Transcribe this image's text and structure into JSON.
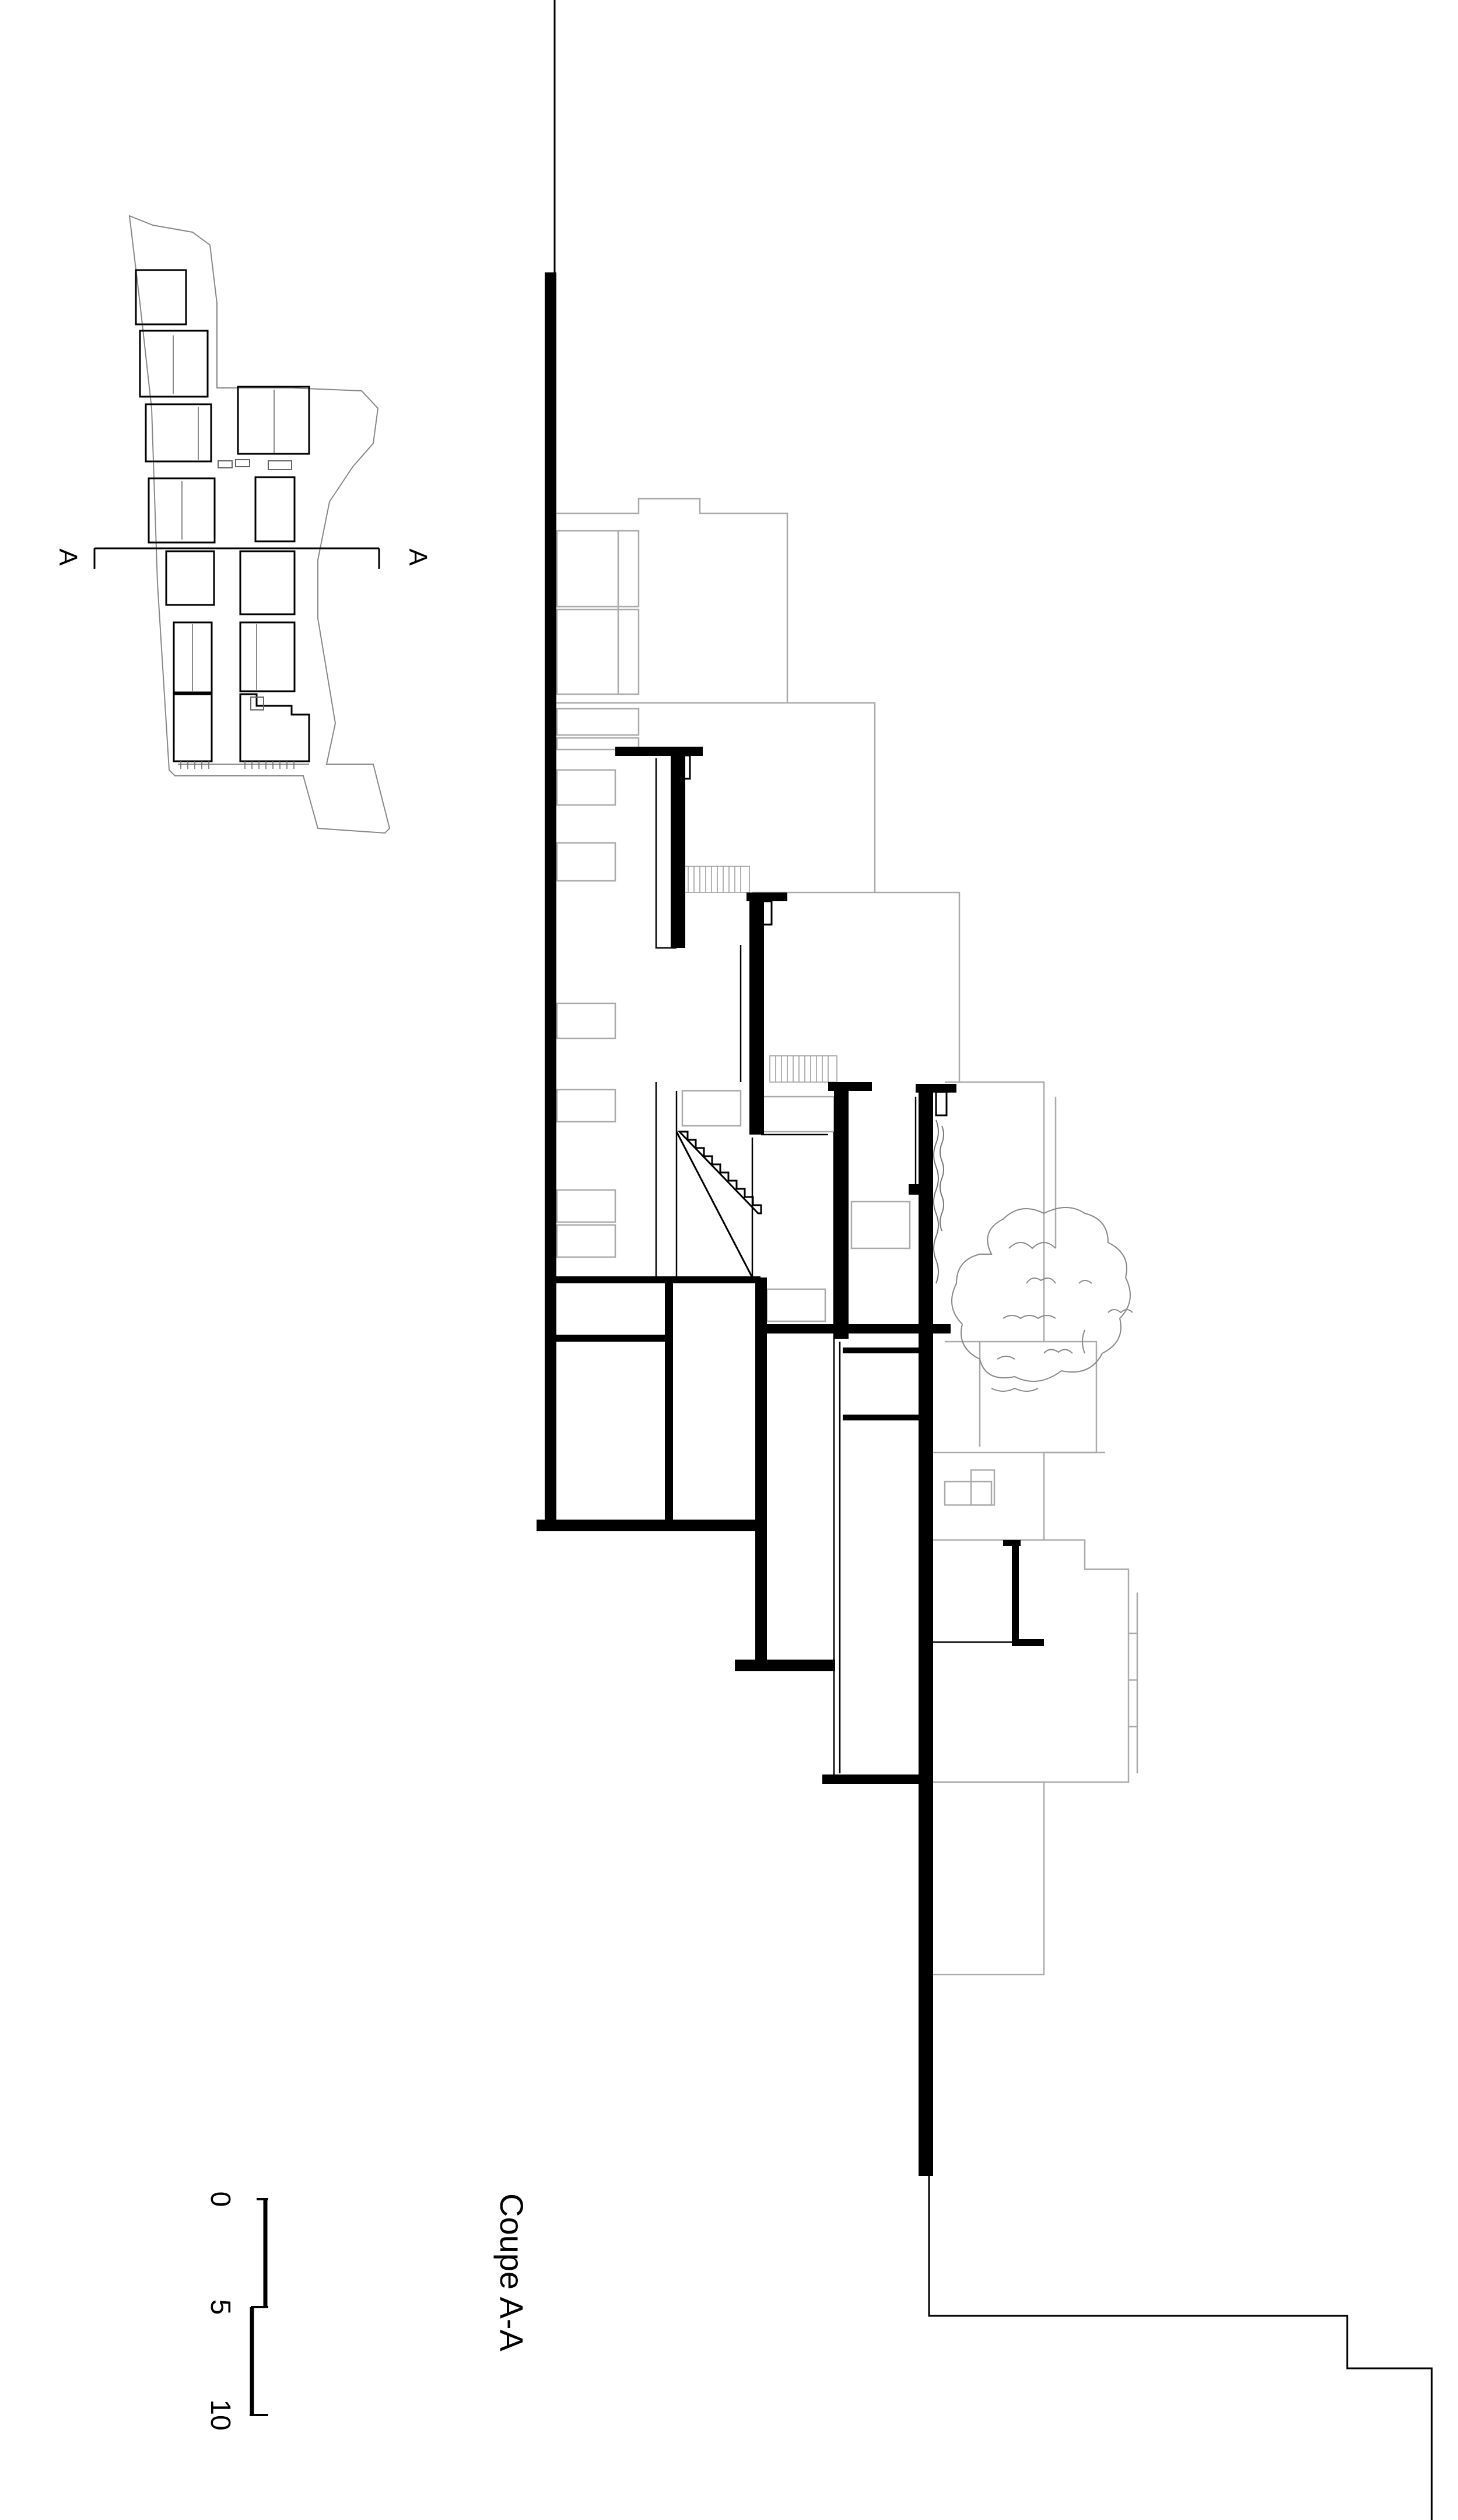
{
  "section_marker_left": "A",
  "section_marker_right": "A",
  "drawing_title": "Coupe A-A",
  "scale_bar": {
    "tick_0": "0",
    "tick_5": "5",
    "tick_10": "10"
  }
}
